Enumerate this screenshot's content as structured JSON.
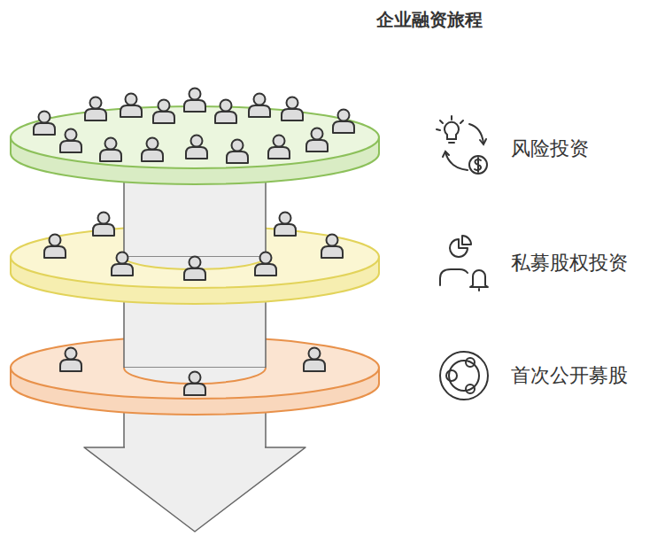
{
  "diagram": {
    "title": "企业融资旅程",
    "labels": [
      "风险投资",
      "私募股权投资",
      "首次公开募股"
    ]
  }
}
